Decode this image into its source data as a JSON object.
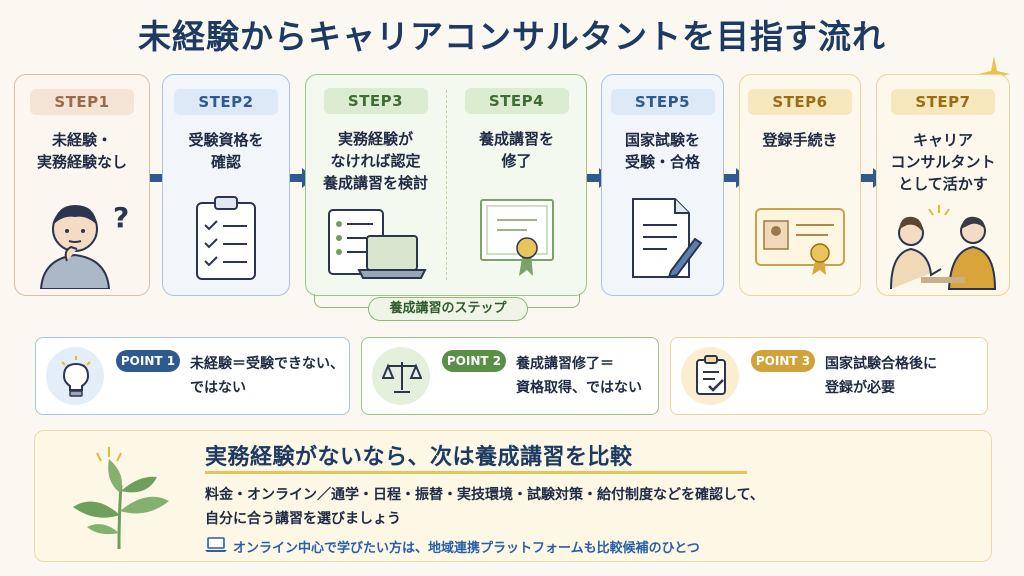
{
  "title": "未経験からキャリアコンサルタントを目指す流れ",
  "steps": [
    {
      "label": "STEP1",
      "text": "未経験・\n実務経験なし",
      "icon": "thinking-person-icon"
    },
    {
      "label": "STEP2",
      "text": "受験資格を\n確認",
      "icon": "checklist-icon"
    },
    {
      "label": "STEP3",
      "text": "実務経験が\nなければ認定\n養成講習を検討",
      "icon": "laptop-course-icon"
    },
    {
      "label": "STEP4",
      "text": "養成講習を\n修了",
      "icon": "certificate-icon"
    },
    {
      "label": "STEP5",
      "text": "国家試験を\n受験・合格",
      "icon": "exam-paper-icon"
    },
    {
      "label": "STEP6",
      "text": "登録手続き",
      "icon": "id-card-icon"
    },
    {
      "label": "STEP7",
      "text": "キャリア\nコンサルタント\nとして活かす",
      "icon": "consultation-icon"
    }
  ],
  "bracket_label": "養成講習のステップ",
  "points": [
    {
      "tag": "POINT 1",
      "text": "未経験＝受験できない、\nではない",
      "icon": "lightbulb-icon"
    },
    {
      "tag": "POINT 2",
      "text": "養成講習修了＝\n資格取得、ではない",
      "icon": "scale-icon"
    },
    {
      "tag": "POINT 3",
      "text": "国家試験合格後に\n登録が必要",
      "icon": "clipboard-check-icon"
    }
  ],
  "bottom": {
    "title": "実務経験がないなら、次は養成講習を比較",
    "body": "料金・オンライン／通学・日程・振替・実技環境・試験対策・給付制度などを確認して、\n自分に合う講習を選びましょう",
    "link": "オンライン中心で学びたい方は、地域連携プラットフォームも比較候補のひとつ",
    "icon": "sprout-icon",
    "link_icon": "laptop-icon"
  },
  "colors": {
    "step1": "#c69a7a",
    "step2": "#8fb0d8",
    "step34": "#8fb87a",
    "step5": "#8fb0d8",
    "step6": "#e3c27a",
    "step7": "#e3c27a",
    "arrow": "#2e5a8f",
    "accent": "#1d3a62"
  }
}
